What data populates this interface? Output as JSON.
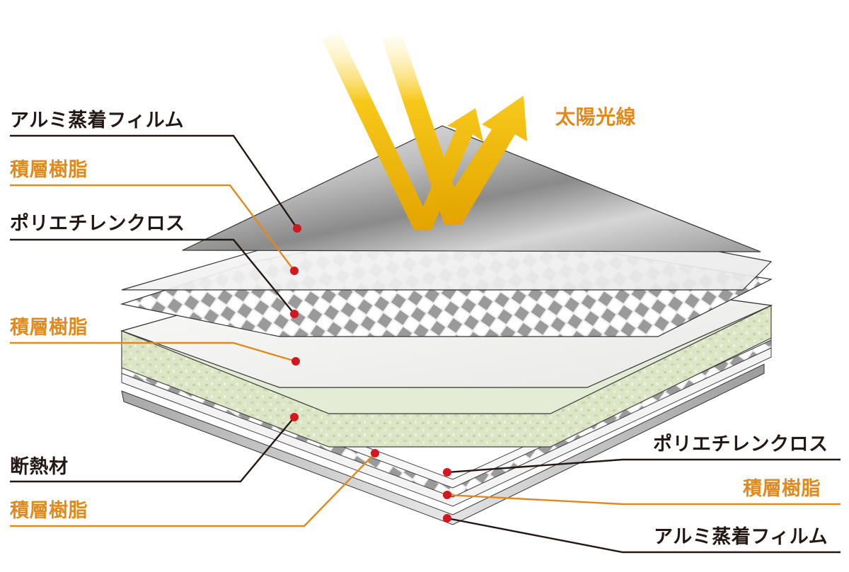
{
  "sunlight_label": "太陽光線",
  "labels_left": [
    {
      "text": "アルミ蒸着フィルム",
      "tone": "dark"
    },
    {
      "text": "積層樹脂",
      "tone": "orange"
    },
    {
      "text": "ポリエチレンクロス",
      "tone": "dark"
    },
    {
      "text": "積層樹脂",
      "tone": "orange"
    },
    {
      "text": "断熱材",
      "tone": "dark"
    },
    {
      "text": "積層樹脂",
      "tone": "orange"
    }
  ],
  "labels_right": [
    {
      "text": "ポリエチレンクロス",
      "tone": "dark"
    },
    {
      "text": "積層樹脂",
      "tone": "orange"
    },
    {
      "text": "アルミ蒸着フィルム",
      "tone": "dark"
    }
  ],
  "colors": {
    "dark_text": "#231815",
    "orange_text": "#e08a1e",
    "marker": "#d2171e",
    "sun_arrow": "#f2b400",
    "insulation": "#dbe6c4"
  }
}
